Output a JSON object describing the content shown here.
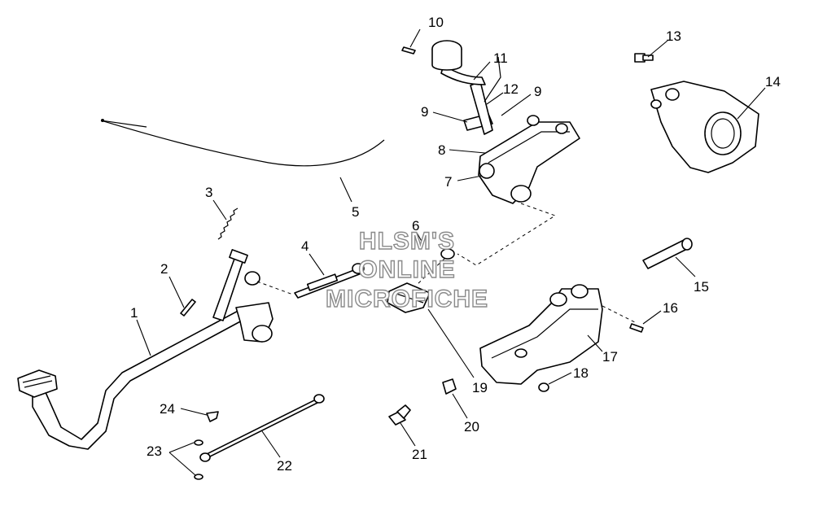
{
  "watermark": {
    "line1": "HLSM'S",
    "line2": "ONLINE",
    "line3": "MICROFICHE"
  },
  "callouts": [
    {
      "id": "1",
      "label": "1"
    },
    {
      "id": "2",
      "label": "2"
    },
    {
      "id": "3",
      "label": "3"
    },
    {
      "id": "4",
      "label": "4"
    },
    {
      "id": "5",
      "label": "5"
    },
    {
      "id": "6",
      "label": "6"
    },
    {
      "id": "7",
      "label": "7"
    },
    {
      "id": "8",
      "label": "8"
    },
    {
      "id": "9a",
      "label": "9"
    },
    {
      "id": "9b",
      "label": "9"
    },
    {
      "id": "10",
      "label": "10"
    },
    {
      "id": "11",
      "label": "11"
    },
    {
      "id": "12",
      "label": "12"
    },
    {
      "id": "13",
      "label": "13"
    },
    {
      "id": "14",
      "label": "14"
    },
    {
      "id": "15",
      "label": "15"
    },
    {
      "id": "16",
      "label": "16"
    },
    {
      "id": "17",
      "label": "17"
    },
    {
      "id": "18",
      "label": "18"
    },
    {
      "id": "19",
      "label": "19"
    },
    {
      "id": "20",
      "label": "20"
    },
    {
      "id": "21",
      "label": "21"
    },
    {
      "id": "22",
      "label": "22"
    },
    {
      "id": "23",
      "label": "23"
    },
    {
      "id": "24",
      "label": "24"
    }
  ]
}
